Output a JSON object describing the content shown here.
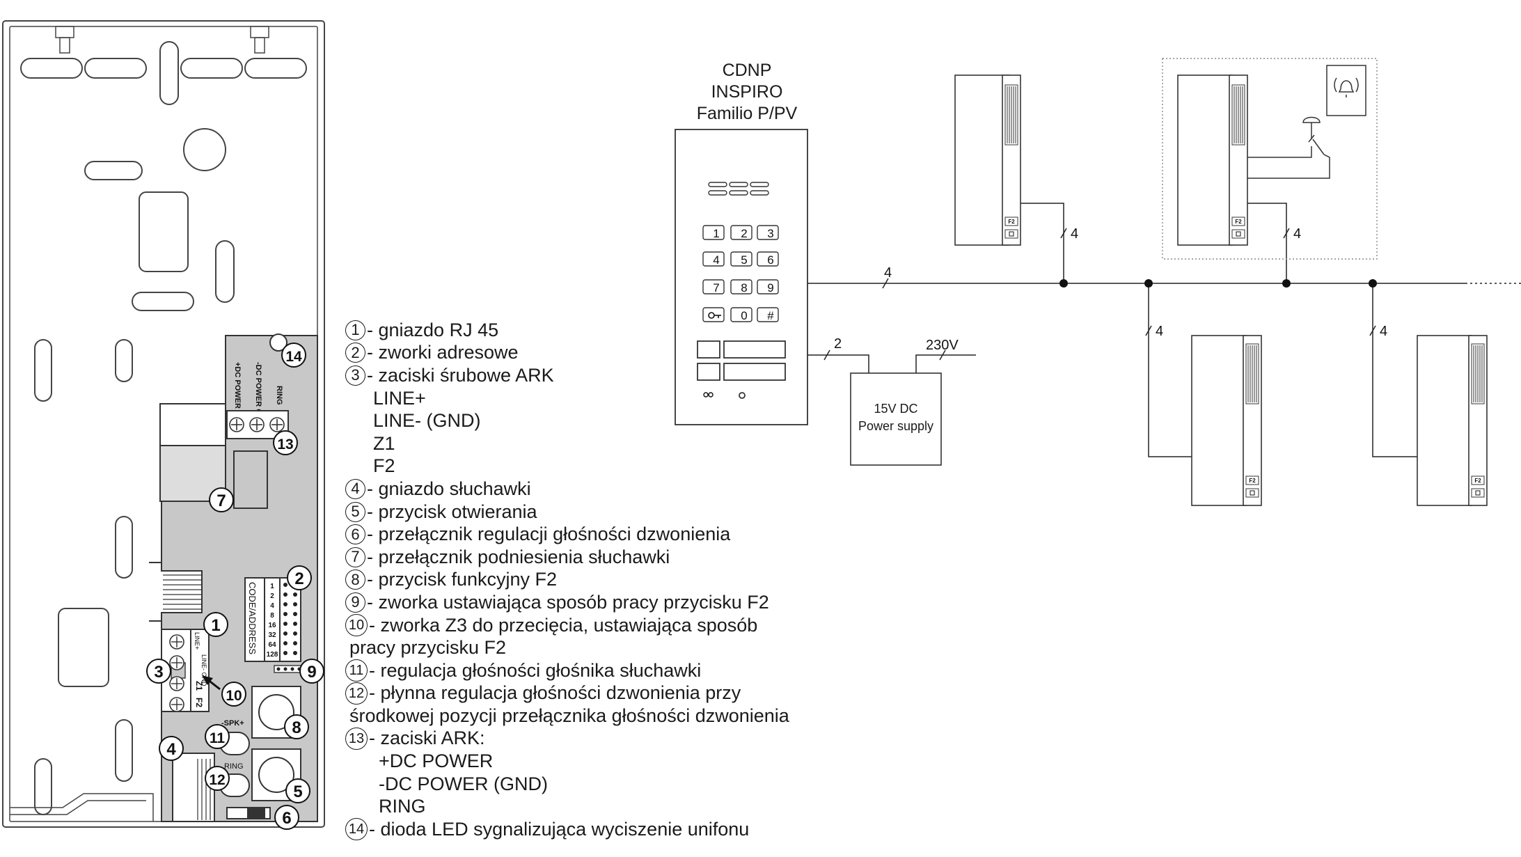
{
  "title": {
    "lines": [
      "CDNP",
      "INSPIRO",
      "Familio P/PV"
    ]
  },
  "legend": [
    {
      "num": "1",
      "text": "- gniazdo RJ 45",
      "kind": "item"
    },
    {
      "num": "2",
      "text": "- zworki adresowe",
      "kind": "item"
    },
    {
      "num": "3",
      "text": "- zaciski śrubowe ARK",
      "kind": "item"
    },
    {
      "num": "",
      "text": "LINE+",
      "kind": "sub"
    },
    {
      "num": "",
      "text": "LINE- (GND)",
      "kind": "sub"
    },
    {
      "num": "",
      "text": "Z1",
      "kind": "sub"
    },
    {
      "num": "",
      "text": "F2",
      "kind": "sub"
    },
    {
      "num": "4",
      "text": "- gniazdo słuchawki",
      "kind": "item"
    },
    {
      "num": "5",
      "text": "- przycisk otwierania",
      "kind": "item"
    },
    {
      "num": "6",
      "text": "- przełącznik regulacji głośności dzwonienia",
      "kind": "item"
    },
    {
      "num": "7",
      "text": "- przełącznik podniesienia słuchawki",
      "kind": "item"
    },
    {
      "num": "8",
      "text": "- przycisk funkcyjny F2",
      "kind": "item"
    },
    {
      "num": "9",
      "text": "- zworka ustawiająca sposób pracy przycisku F2",
      "kind": "item"
    },
    {
      "num": "10",
      "text": " - zworka Z3 do przecięcia, ustawiająca sposób",
      "kind": "item"
    },
    {
      "num": "",
      "text": "pracy przycisku F2",
      "kind": "cont"
    },
    {
      "num": "11",
      "text": " - regulacja głośności głośnika słuchawki",
      "kind": "item"
    },
    {
      "num": "12",
      "text": " - płynna regulacja głośności dzwonienia przy",
      "kind": "item"
    },
    {
      "num": "",
      "text": "środkowej pozycji przełącznika głośności dzwonienia",
      "kind": "cont"
    },
    {
      "num": "13",
      "text": " - zaciski ARK:",
      "kind": "item"
    },
    {
      "num": "",
      "text": "+DC POWER",
      "kind": "sub2"
    },
    {
      "num": "",
      "text": "-DC POWER (GND)",
      "kind": "sub2"
    },
    {
      "num": "",
      "text": "RING",
      "kind": "sub2"
    },
    {
      "num": "14",
      "text": " - dioda LED sygnalizująca wyciszenie unifonu",
      "kind": "item"
    }
  ],
  "board": {
    "callouts": [
      "1",
      "2",
      "3",
      "4",
      "5",
      "6",
      "7",
      "8",
      "9",
      "10",
      "11",
      "12",
      "13",
      "14"
    ],
    "top_terminal_labels": [
      "+DC POWER",
      "-DC POWER GND",
      "RING"
    ],
    "side_terminal_labels": [
      "LINE+",
      "LINE- GND",
      "Z1",
      "F2"
    ],
    "code_label": "CODE/ADDRESS",
    "code_values": [
      "1",
      "2",
      "4",
      "8",
      "16",
      "32",
      "64",
      "128"
    ],
    "spk_label": "-SPK+",
    "ring_label": "RING"
  },
  "panel": {
    "keys": [
      "1",
      "2",
      "3",
      "4",
      "5",
      "6",
      "7",
      "8",
      "9",
      "0",
      "#"
    ]
  },
  "handset": {
    "f2_label": "F2"
  },
  "power_supply": {
    "lines": [
      "15V DC",
      "Power supply"
    ],
    "mains_label": "230V",
    "psu_wire_count": "2"
  },
  "wire_count": "4",
  "colors": {
    "line": "#222222",
    "board_fill": "#c8c8c8",
    "housing_stroke": "#444444",
    "dot_border": "#888888"
  }
}
